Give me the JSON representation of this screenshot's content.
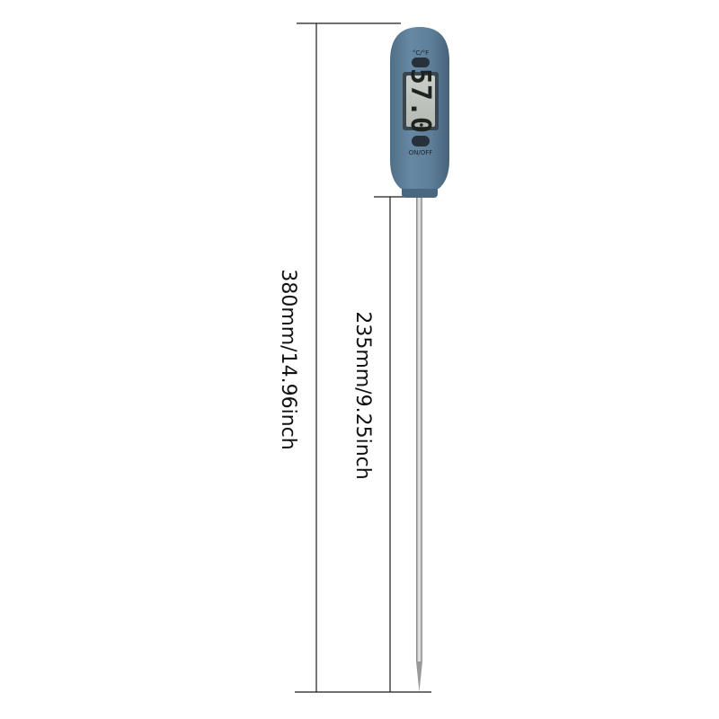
{
  "dimensions": {
    "total_length": "380mm/14.96inch",
    "probe_length": "235mm/9.25inch"
  },
  "thermometer": {
    "unit_button_label": "°C/°F",
    "power_button_label": "ON/OFF",
    "display_reading": "57.0",
    "body_color": "#5f7f99"
  }
}
